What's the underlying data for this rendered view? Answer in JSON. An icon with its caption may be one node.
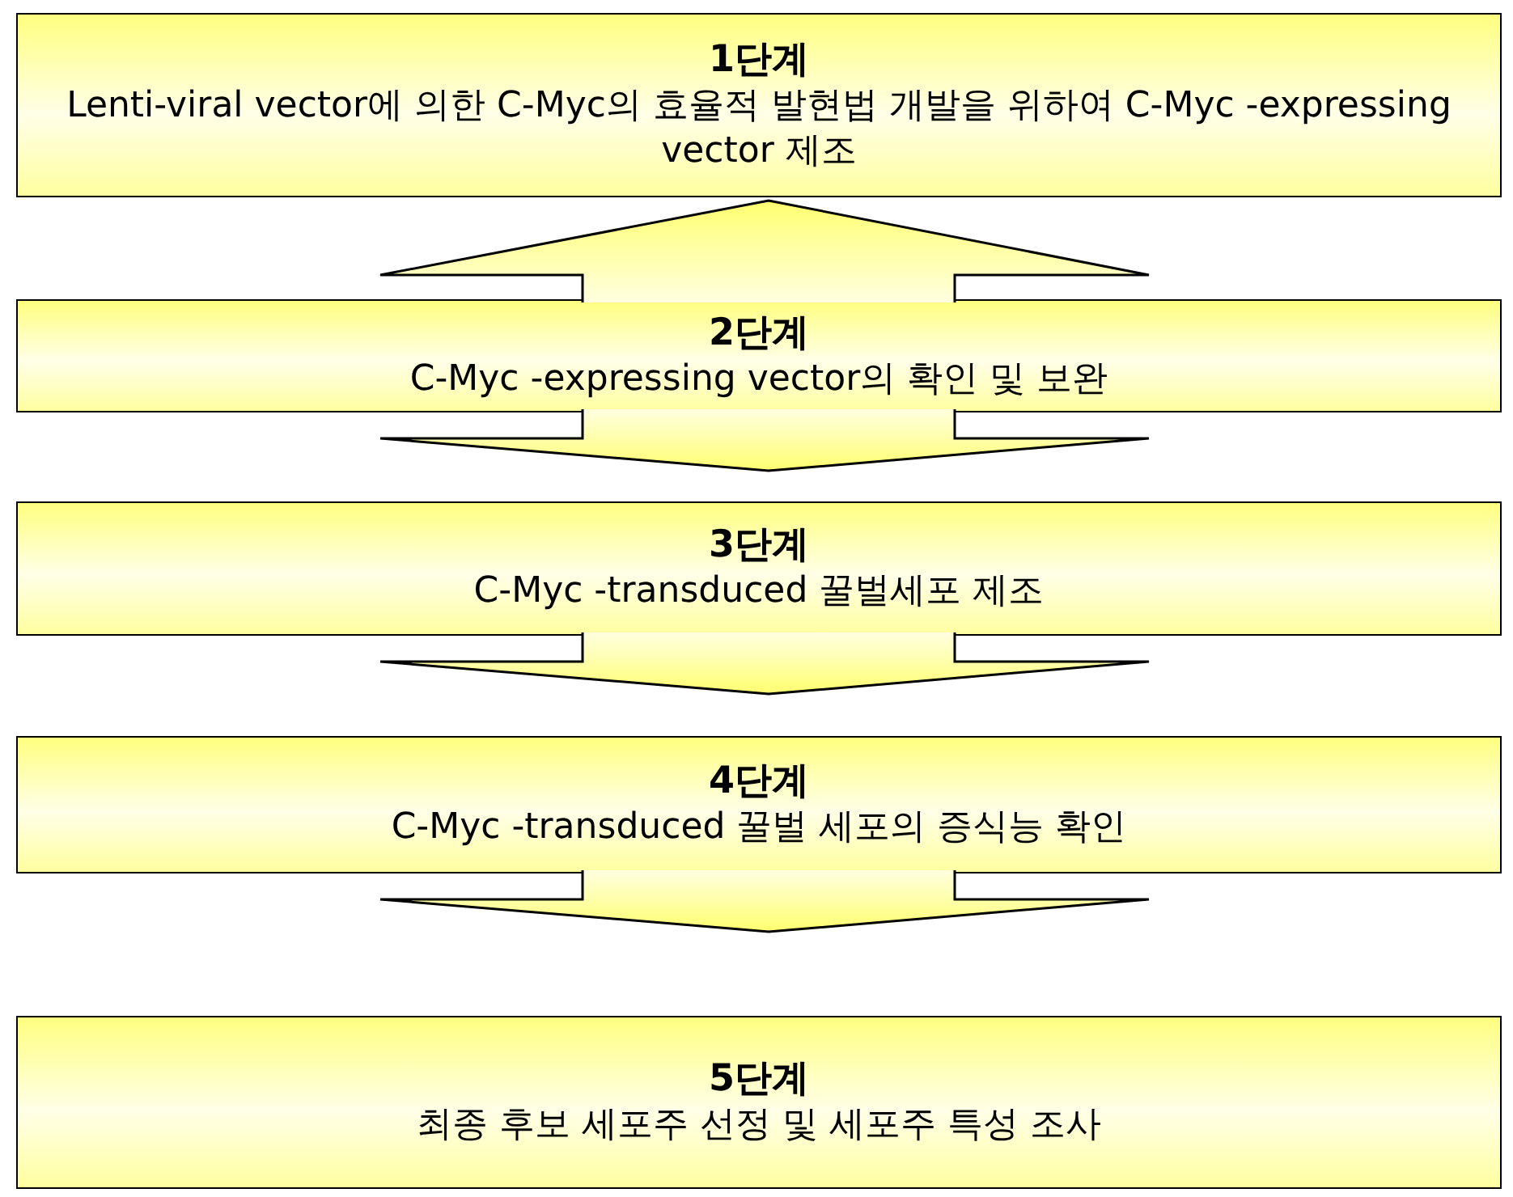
{
  "diagram": {
    "nodes": [
      {
        "text": [
          "1단계",
          "Lenti-viral vector에 의한 C-Myc의 효율적 발현법 개발을 위하여 C-Myc -expressing vector 제조"
        ]
      },
      {
        "text": [
          "2단계",
          "C-Myc -expressing vector의 확인 및 보완"
        ]
      },
      {
        "text": [
          "3단계",
          "C-Myc -transduced 꿀벌세포 제조"
        ]
      },
      {
        "text": [
          "4단계",
          "C-Myc -transduced 꿀벌 세포의 증식능 확인"
        ]
      },
      {
        "text": [
          "5단계",
          "최종 후보 세포주 선정 및 세포주 특성 조사"
        ]
      }
    ],
    "edges": [
      {
        "from": 1,
        "to": 0,
        "arrow": "to"
      },
      {
        "from": 1,
        "to": 2,
        "arrow": "to"
      },
      {
        "from": 2,
        "to": 3,
        "arrow": "to"
      },
      {
        "from": 3,
        "to": 4,
        "arrow": "to"
      }
    ]
  }
}
